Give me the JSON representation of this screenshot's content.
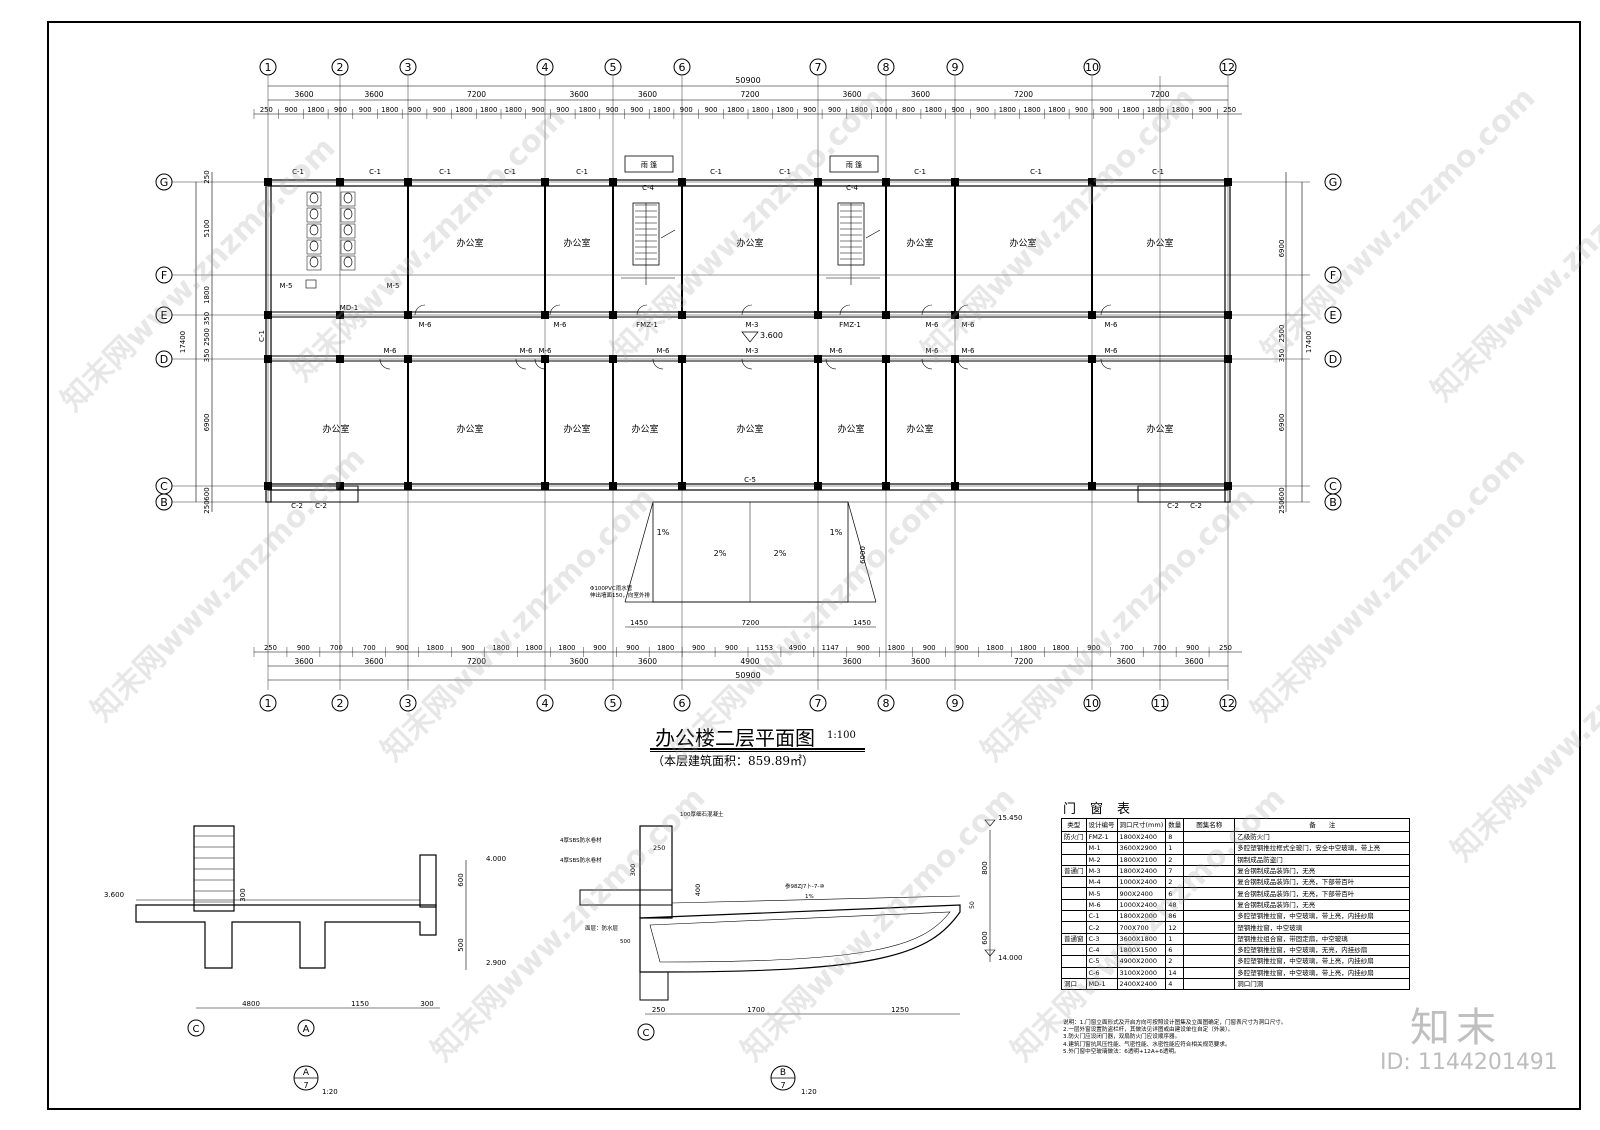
{
  "plan": {
    "title": "办公楼二层平面图",
    "scale": "1:100",
    "area_note": "（本层建筑面积：859.89㎡）",
    "axes_x": [
      "1",
      "2",
      "3",
      "4",
      "5",
      "6",
      "7",
      "8",
      "9",
      "10",
      "11",
      "12"
    ],
    "axes_y": [
      "G",
      "F",
      "E",
      "D",
      "C",
      "B"
    ],
    "total_width": "50900",
    "top_bays": [
      "3600",
      "3600",
      "7200",
      "3600",
      "3600",
      "7200",
      "3600",
      "3600",
      "7200",
      "7200"
    ],
    "top_sub": [
      "250",
      "900",
      "1800",
      "900",
      "900",
      "1800",
      "900",
      "900",
      "1800",
      "1800",
      "1800",
      "900",
      "900",
      "1800",
      "900",
      "900",
      "1800",
      "900",
      "900",
      "1800",
      "1800",
      "1800",
      "900",
      "900",
      "1800",
      "1000",
      "800",
      "1800",
      "900",
      "900",
      "1800",
      "1800",
      "1800",
      "900",
      "900",
      "1800",
      "1800",
      "1800",
      "900",
      "250"
    ],
    "bottom_bays": [
      "3600",
      "3600",
      "7200",
      "3600",
      "3600",
      "4900",
      "3600",
      "3600",
      "7200",
      "3600",
      "3600"
    ],
    "bottom_sub": [
      "250",
      "900",
      "700",
      "700",
      "900",
      "1800",
      "900",
      "1800",
      "1800",
      "1800",
      "900",
      "900",
      "1800",
      "900",
      "900",
      "1153",
      "4900",
      "1147",
      "900",
      "1800",
      "900",
      "900",
      "1800",
      "1800",
      "1800",
      "900",
      "700",
      "700",
      "900",
      "250"
    ],
    "left_dims": [
      "250",
      "5100",
      "1800",
      "350",
      "2500",
      "350",
      "6900",
      "600",
      "250"
    ],
    "left_total": "17400",
    "right_dims": [
      "6900",
      "2500",
      "350",
      "6900",
      "600",
      "250"
    ],
    "right_total": "17400",
    "rooms": [
      "办公室",
      "办公室",
      "办公室",
      "办公室",
      "办公室",
      "办公室",
      "办公室",
      "办公室",
      "办公室",
      "办公室",
      "办公室",
      "办公室",
      "办公室",
      "办公室"
    ],
    "window_labels": [
      "C-1",
      "C-1",
      "C-1",
      "C-1",
      "C-1",
      "C-1",
      "C-1",
      "C-1",
      "C-1",
      "C-1",
      "C-4",
      "C-4",
      "C-5",
      "C-2",
      "C-2",
      "C-2",
      "C-2",
      "C-1"
    ],
    "door_labels": [
      "M-5",
      "M-5",
      "MD-1",
      "M-6",
      "M-6",
      "FMZ-1",
      "M-3",
      "FMZ-1",
      "M-6",
      "M-6",
      "M-6",
      "M-6",
      "M-6",
      "M-6",
      "M-6",
      "M-3",
      "M-6",
      "M-6",
      "M-6",
      "M-6"
    ],
    "elevation": "3.600",
    "canopy_label": "雨 篷",
    "ramp": {
      "slopes": [
        "1%",
        "2%",
        "2%",
        "1%"
      ],
      "depth": "6000",
      "dims": [
        "1450",
        "7200",
        "1450"
      ],
      "pipe_note": "Φ100PVC雨水管",
      "pipe_note2": "伸出墙面150，向室外排"
    }
  },
  "detail_a": {
    "label": "A",
    "sheet": "7",
    "scale": "1:20",
    "elevations": [
      "4.000",
      "2.900",
      "3.600"
    ],
    "dims_v": [
      "600",
      "500"
    ],
    "dims_h": [
      "4800",
      "1150",
      "300"
    ],
    "note_300": "300",
    "axes": [
      "C",
      "A"
    ]
  },
  "detail_b": {
    "label": "B",
    "sheet": "7",
    "scale": "1:20",
    "elevations": [
      "15.450",
      "14.000"
    ],
    "dims_v": [
      "800",
      "600",
      "50"
    ],
    "dims_h": [
      "250",
      "1700",
      "1250"
    ],
    "notes": [
      "100厚细石混凝土",
      "4厚SBS防水卷材",
      "4厚SBS防水卷材",
      "参98ZJ7卜-7-⑩",
      "面层：防水层",
      "1%",
      "300",
      "400",
      "500",
      "250"
    ],
    "axis": "C"
  },
  "schedule": {
    "title": "门窗表",
    "headers": [
      "类型",
      "设计编号",
      "洞口尺寸(mm)",
      "数量",
      "图集名称",
      "备　　注"
    ],
    "rows": [
      [
        "防火门",
        "FMZ-1",
        "1800X2400",
        "8",
        "",
        "乙级防火门"
      ],
      [
        "",
        "M-1",
        "3600X2900",
        "1",
        "",
        "多腔塑钢推拉框式全玻门，安全中空玻璃，带上亮"
      ],
      [
        "",
        "M-2",
        "1800X2100",
        "2",
        "",
        "钢制成品防盗门"
      ],
      [
        "普通门",
        "M-3",
        "1800X2400",
        "7",
        "",
        "复合钢制成品装饰门，无亮"
      ],
      [
        "",
        "M-4",
        "1000X2400",
        "2",
        "",
        "复合钢制成品装饰门，无亮，下部带百叶"
      ],
      [
        "",
        "M-5",
        "900X2400",
        "6",
        "",
        "复合钢制成品装饰门，无亮，下部带百叶"
      ],
      [
        "",
        "M-6",
        "1000X2400",
        "48",
        "",
        "复合钢制成品装饰门，无亮"
      ],
      [
        "",
        "C-1",
        "1800X2000",
        "86",
        "",
        "多腔塑钢推拉窗，中空玻璃，带上亮，内挂纱扇"
      ],
      [
        "",
        "C-2",
        "700X700",
        "12",
        "",
        "塑钢推拉窗，中空玻璃"
      ],
      [
        "普通窗",
        "C-3",
        "3600X1800",
        "1",
        "",
        "塑钢推拉组合窗，带固定扇，中空玻璃"
      ],
      [
        "",
        "C-4",
        "1800X1500",
        "6",
        "",
        "多腔塑钢推拉窗，中空玻璃，无亮，内挂纱扇"
      ],
      [
        "",
        "C-5",
        "4900X2000",
        "2",
        "",
        "多腔塑钢推拉窗，中空玻璃，带上亮，内挂纱扇"
      ],
      [
        "",
        "C-6",
        "3100X2000",
        "14",
        "",
        "多腔塑钢推拉窗，中空玻璃，带上亮，内挂纱扇"
      ],
      [
        "洞口",
        "MD-1",
        "2400X2400",
        "4",
        "",
        "洞口门洞"
      ]
    ],
    "notes": [
      "说明：1.门窗立面形式及开启方向可按照设计图集及立面图确定，门窗表尺寸为洞口尺寸。",
      "2.一层外窗设置防盗栏杆，其做法见详图或由建设单位自定（外装）。",
      "3.防火门应设闭门器，双扇防火门应设顺序器。",
      "4.建筑门窗抗风压性能、气密性能、水密性能应符合相关规范要求。",
      "5.外门窗中空玻璃做法：6透明+12A+6透明。"
    ]
  },
  "branding": {
    "brand_text": "知末",
    "image_id": "ID: 1144201491",
    "watermark": "知末网www.znzmo.com"
  }
}
